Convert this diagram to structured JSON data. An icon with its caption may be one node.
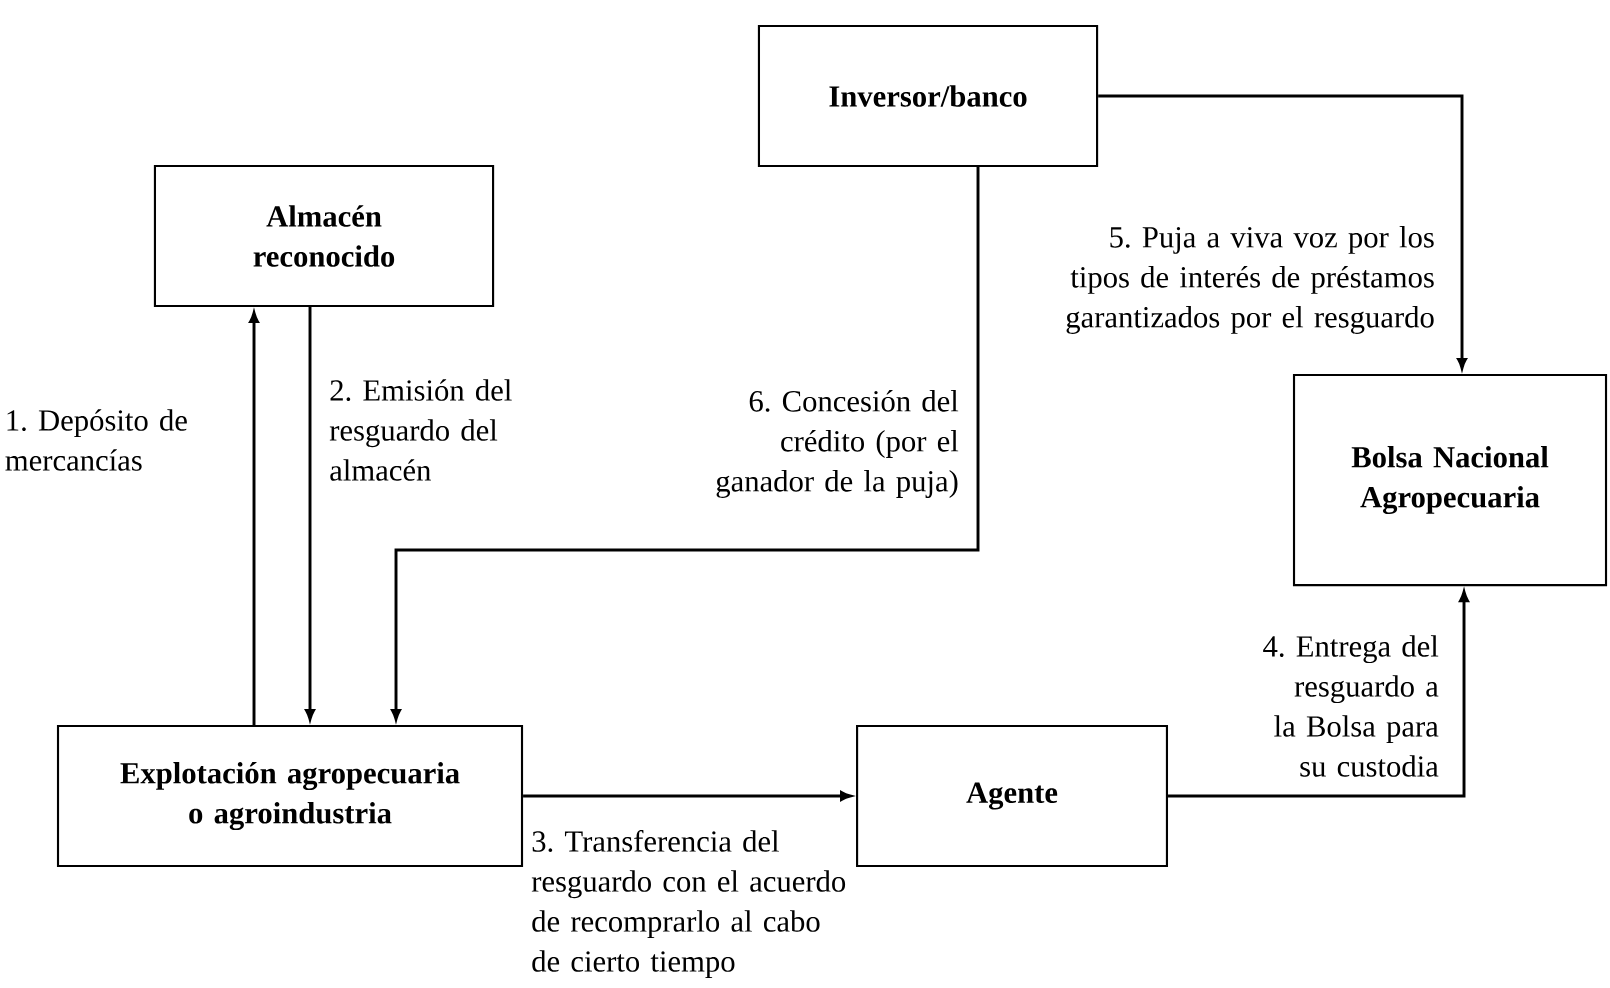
{
  "diagram": {
    "nodes": [
      {
        "text": [
          "Inversor/banco"
        ]
      },
      {
        "text": [
          "Almacén reconocido"
        ]
      },
      {
        "text": [
          "Bolsa Nacional Agropecuaria"
        ]
      },
      {
        "text": [
          "Explotación agropecuaria o agroindustria"
        ]
      },
      {
        "text": [
          "Agente"
        ]
      }
    ],
    "edges": [
      {
        "from": 3,
        "to": 1,
        "arrow": "to",
        "label": "1. Depósito de mercancías"
      },
      {
        "from": 1,
        "to": 3,
        "arrow": "to",
        "label": "2. Emisión del resguardo del almacén"
      },
      {
        "from": 3,
        "to": 4,
        "arrow": "to",
        "label": "3. Transferencia del resguardo con el acuerdo de recomprarlo al cabo de cierto tiempo"
      },
      {
        "from": 4,
        "to": 2,
        "arrow": "to",
        "label": "4. Entrega del resguardo a la Bolsa para su custodia"
      },
      {
        "from": 0,
        "to": 2,
        "arrow": "to",
        "label": "5. Puja a viva voz por los tipos de interés de préstamos garantizados por el resguardo"
      },
      {
        "from": 0,
        "to": 3,
        "arrow": "to",
        "label": "6. Concesión del crédito (por el ganador de la puja)"
      }
    ]
  }
}
